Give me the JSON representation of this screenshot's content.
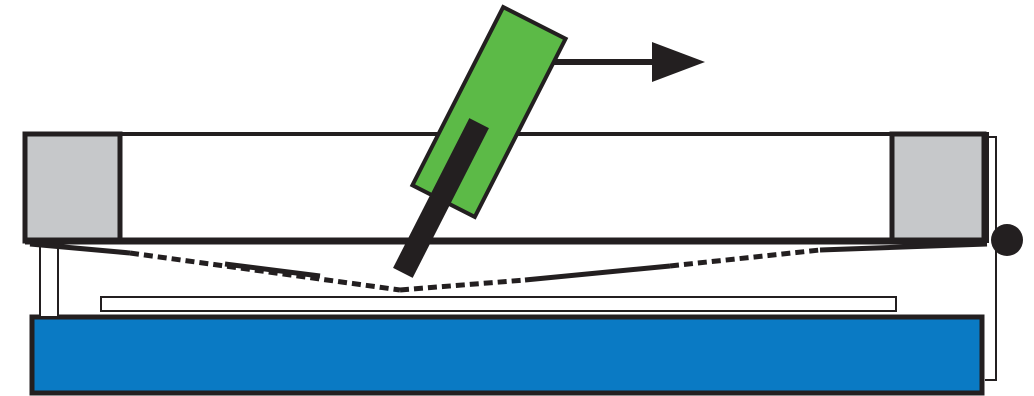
{
  "diagram": {
    "description_free": true,
    "colors": {
      "outline": "#231f20",
      "block_fill": "#c6c8ca",
      "substrate_fill": "#0a7ac4",
      "squeegee_holder_fill": "#5cba47",
      "background": "#ffffff"
    },
    "components": [
      {
        "id": "screen-frame",
        "icon": "frame"
      },
      {
        "id": "left-frame-block",
        "icon": "block"
      },
      {
        "id": "right-frame-block",
        "icon": "block"
      },
      {
        "id": "squeegee-holder",
        "icon": "holder"
      },
      {
        "id": "squeegee-blade",
        "icon": "blade"
      },
      {
        "id": "motion-arrow",
        "icon": "arrow-right"
      },
      {
        "id": "mesh-left",
        "icon": "dashed-line"
      },
      {
        "id": "mesh-right",
        "icon": "dashed-line"
      },
      {
        "id": "substrate-plate",
        "icon": "plate"
      },
      {
        "id": "print-target",
        "icon": "thin-rect"
      },
      {
        "id": "snap-off-gap",
        "icon": "bracket"
      },
      {
        "id": "pivot-dot",
        "icon": "dot"
      }
    ]
  }
}
